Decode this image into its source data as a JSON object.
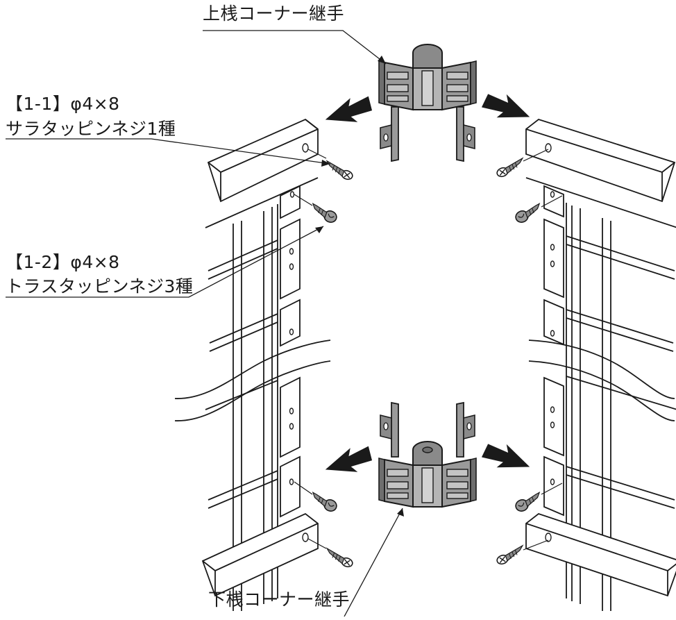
{
  "labels": {
    "top_joint": "上桟コーナー継手",
    "screw1_spec": "【1-1】φ4×8",
    "screw1_name": "サラタッピンネジ1種",
    "screw2_spec": "【1-2】φ4×8",
    "screw2_name": "トラスタッピンネジ3種",
    "bottom_joint": "下桟コーナー継手"
  },
  "colors": {
    "line": "#1a1a1a",
    "part_fill": "#9a9a9a",
    "part_dark": "#6e6e6e",
    "part_light": "#c4c4c4",
    "arrow": "#1a1a1a"
  }
}
